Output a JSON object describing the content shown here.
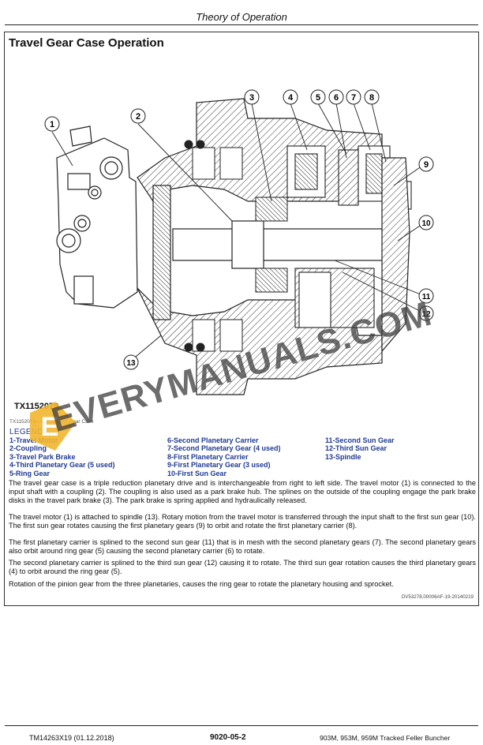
{
  "header": {
    "title": "Theory of Operation"
  },
  "section": {
    "title": "Travel Gear Case Operation"
  },
  "figure": {
    "id": "TX1152079",
    "caption": "TX1152079—UN—Travel Gear Case",
    "callouts": [
      "1",
      "2",
      "3",
      "4",
      "5",
      "6",
      "7",
      "8",
      "9",
      "10",
      "11",
      "12",
      "13"
    ]
  },
  "legend": {
    "heading": "LEGEND:",
    "col1": [
      "1-Travel Motor",
      "2-Coupling",
      "3-Travel Park Brake",
      "4-Third Planetary Gear (5 used)",
      "5-Ring Gear"
    ],
    "col2": [
      "6-Second Planetary Carrier",
      "7-Second Planetary Gear (4 used)",
      "8-First Planetary Carrier",
      "9-First Planetary Gear (3 used)",
      "10-First Sun Gear"
    ],
    "col3": [
      "11-Second Sun Gear",
      "12-Third Sun Gear",
      "13-Spindle"
    ]
  },
  "paragraphs": [
    "The travel gear case is a triple reduction planetary drive and is interchangeable from right to left side. The travel motor (1) is connected to the input shaft with a coupling (2). The coupling is also used as a park brake hub. The splines on the outside of the coupling engage the park brake disks in the travel park brake (3). The park brake is spring applied and hydraulically released.",
    "The travel motor (1) is attached to spindle (13). Rotary motion from the travel motor is transferred through the input shaft to the first sun gear (10). The first sun gear rotates causing the first planetary gears (9) to orbit and rotate the first planetary carrier (8).",
    "The first planetary carrier is splined to the second sun gear (11) that is in mesh with the second planetary gears (7). The second planetary gears also orbit around ring gear (5) causing the second planetary carrier (6) to rotate.",
    "The second planetary carrier is splined to the third sun gear (12) causing it to rotate. The third sun gear rotation causes the third planetary gears (4) to orbit around the ring gear (5).",
    "Rotation of the pinion gear from the three planetaries, causes the ring gear to rotate the planetary housing and sprocket."
  ],
  "doc_ref": "DV53278,00006AF-19-20140219",
  "watermark": {
    "text": "EVERYMANUALS.COM",
    "logo_letter": "E"
  },
  "footer": {
    "left": "TM14263X19 (01.12.2018)",
    "center": "9020-05-2",
    "right": "903M, 953M, 959M Tracked Feller Buncher"
  }
}
